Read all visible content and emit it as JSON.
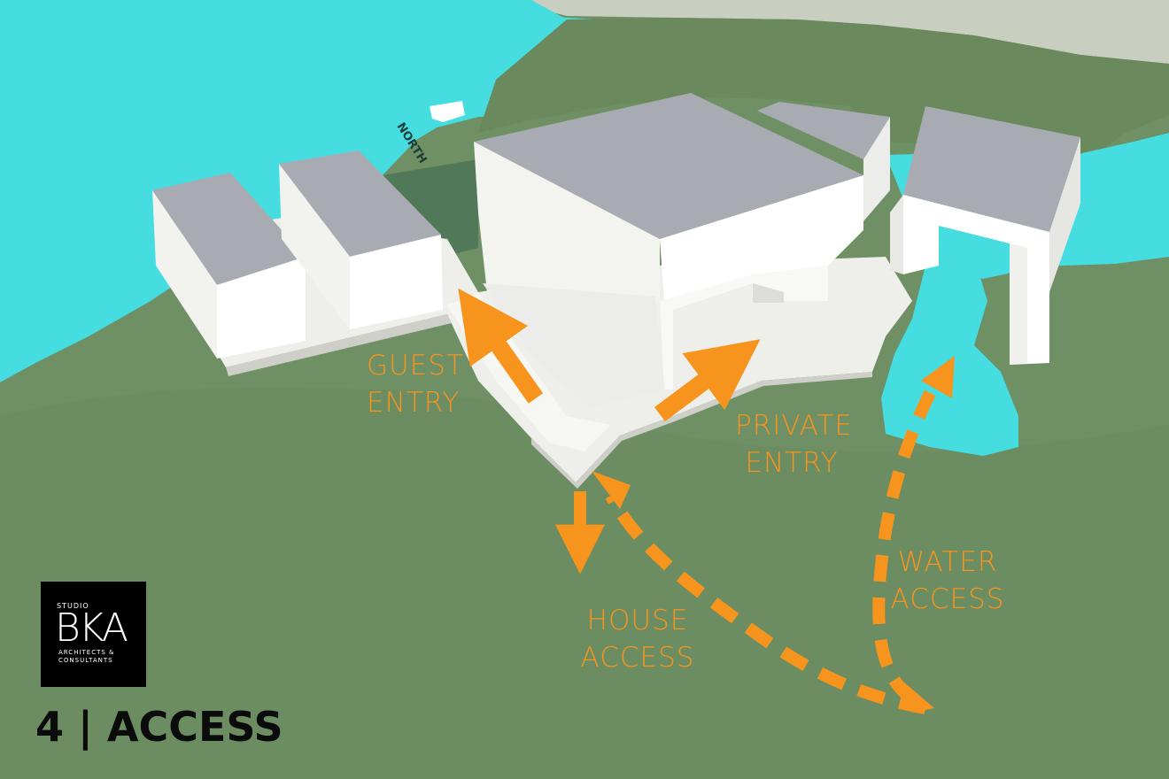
{
  "labels": {
    "guest": {
      "line1": "GUEST",
      "line2": "ENTRY"
    },
    "private": {
      "line1": "PRIVATE",
      "line2": "ENTRY"
    },
    "house": {
      "line1": "HOUSE",
      "line2": "ACCESS"
    },
    "water": {
      "line1": "WATER",
      "line2": "ACCESS"
    },
    "north": "NORTH"
  },
  "logo": {
    "studio": "STUDIO",
    "mark": "BKA",
    "sub1": "ARCHITECTS &",
    "sub2": "CONSULTANTS"
  },
  "title": "4 | ACCESS",
  "colors": {
    "accent": "#f7941d",
    "ground": "#6e8f63",
    "water": "#45dde0",
    "building": "#ffffff",
    "roof": "#a8abb1"
  }
}
